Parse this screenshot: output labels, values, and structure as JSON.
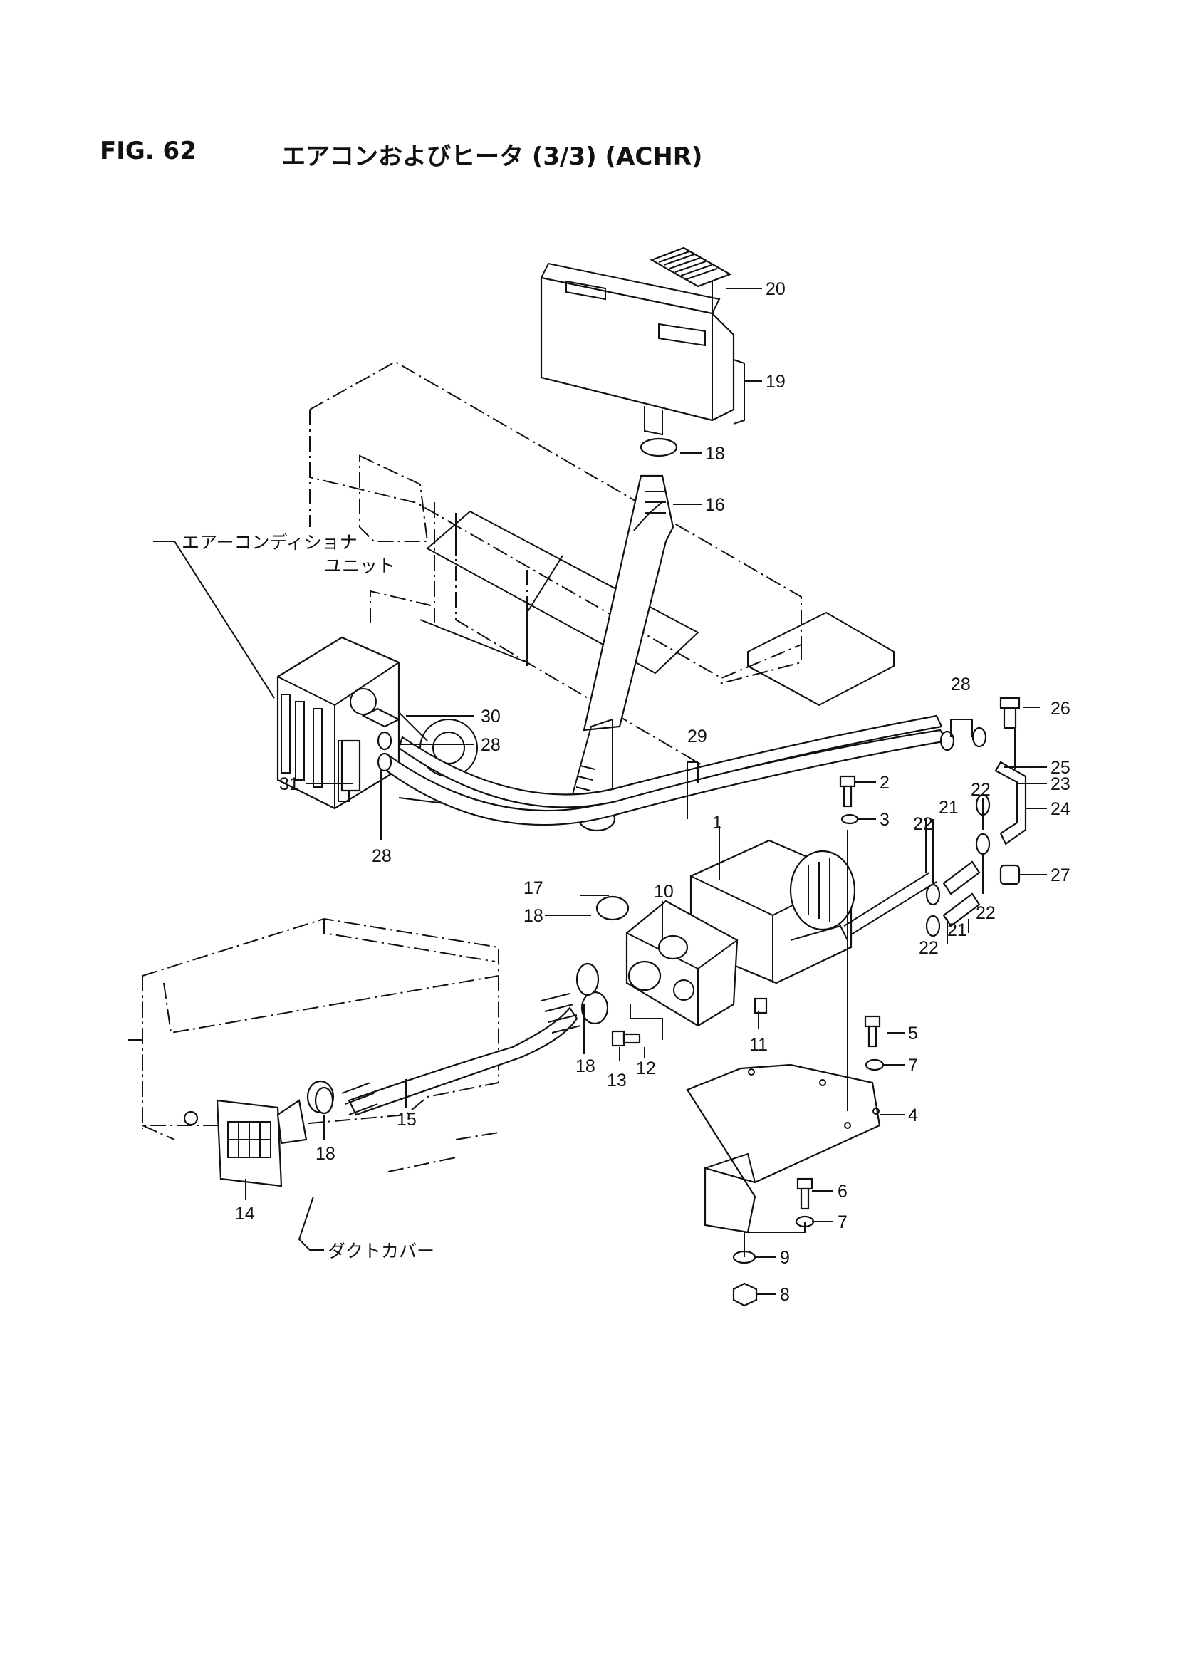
{
  "figure": {
    "number": "FIG. 62",
    "title": "エアコンおよびヒータ (3/3) (ACHR)"
  },
  "annotations": {
    "aircon_unit_line1": "エアーコンディショナ",
    "aircon_unit_line2": "ユニット",
    "duct_cover": "ダクトカバー"
  },
  "callouts": [
    {
      "id": "c1",
      "text": "1"
    },
    {
      "id": "c2",
      "text": "2"
    },
    {
      "id": "c3",
      "text": "3"
    },
    {
      "id": "c4",
      "text": "4"
    },
    {
      "id": "c5",
      "text": "5"
    },
    {
      "id": "c6",
      "text": "6"
    },
    {
      "id": "c7a",
      "text": "7"
    },
    {
      "id": "c7b",
      "text": "7"
    },
    {
      "id": "c8",
      "text": "8"
    },
    {
      "id": "c9",
      "text": "9"
    },
    {
      "id": "c10",
      "text": "10"
    },
    {
      "id": "c11",
      "text": "11"
    },
    {
      "id": "c12",
      "text": "12"
    },
    {
      "id": "c13",
      "text": "13"
    },
    {
      "id": "c14",
      "text": "14"
    },
    {
      "id": "c15",
      "text": "15"
    },
    {
      "id": "c16",
      "text": "16"
    },
    {
      "id": "c17",
      "text": "17"
    },
    {
      "id": "c18a",
      "text": "18"
    },
    {
      "id": "c18b",
      "text": "18"
    },
    {
      "id": "c18c",
      "text": "18"
    },
    {
      "id": "c18d",
      "text": "18"
    },
    {
      "id": "c19",
      "text": "19"
    },
    {
      "id": "c20",
      "text": "20"
    },
    {
      "id": "c21a",
      "text": "21"
    },
    {
      "id": "c21b",
      "text": "21"
    },
    {
      "id": "c22a",
      "text": "22"
    },
    {
      "id": "c22b",
      "text": "22"
    },
    {
      "id": "c22c",
      "text": "22"
    },
    {
      "id": "c22d",
      "text": "22"
    },
    {
      "id": "c23",
      "text": "23"
    },
    {
      "id": "c24",
      "text": "24"
    },
    {
      "id": "c25",
      "text": "25"
    },
    {
      "id": "c26",
      "text": "26"
    },
    {
      "id": "c27",
      "text": "27"
    },
    {
      "id": "c28a",
      "text": "28"
    },
    {
      "id": "c28b",
      "text": "28"
    },
    {
      "id": "c28c",
      "text": "28"
    },
    {
      "id": "c29",
      "text": "29"
    },
    {
      "id": "c30",
      "text": "30"
    },
    {
      "id": "c31",
      "text": "31"
    }
  ]
}
